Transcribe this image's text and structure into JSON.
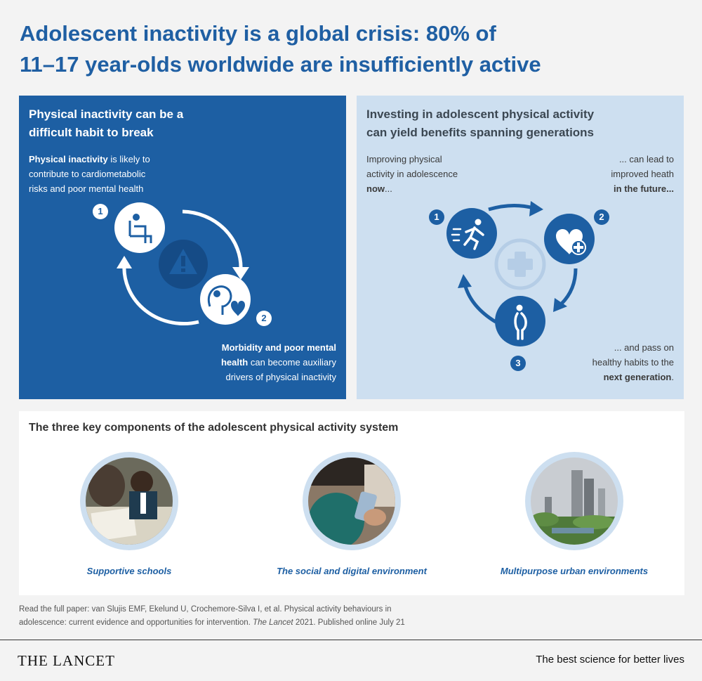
{
  "title": {
    "line1": "Adolescent inactivity is a global crisis: 80% of",
    "line2": "11–17 year-olds worldwide are insufficiently active"
  },
  "left_panel": {
    "heading_line1": "Physical inactivity can be a",
    "heading_line2": "difficult habit to break",
    "intro_bold": "Physical inactivity",
    "intro_rest1": " is likely to",
    "intro_line2": "contribute to cardiometabolic",
    "intro_line3": "risks and poor mental health",
    "badge1": "1",
    "badge2": "2",
    "outro_bold1": "Morbidity and poor mental",
    "outro_bold2": "health",
    "outro_rest2": " can become auxiliary",
    "outro_line3": "drivers of physical inactivity",
    "icons": [
      "chair-icon",
      "warning-icon",
      "mind-heart-icon"
    ]
  },
  "right_panel": {
    "heading_line1": "Investing in adolescent physical activity",
    "heading_line2": "can yield benefits spanning generations",
    "now_line1": "Improving physical",
    "now_line2": "activity in adolescence",
    "now_bold": "now",
    "now_suffix": "...",
    "future_line1": "... can lead to",
    "future_line2": "improved heath",
    "future_bold": "in the future...",
    "next_line1": "... and pass on",
    "next_line2": "healthy habits to the",
    "next_bold": "next generation",
    "next_suffix": ".",
    "badge1": "1",
    "badge2": "2",
    "badge3": "3",
    "icons": [
      "running-icon",
      "heart-plus-icon",
      "pregnant-icon",
      "health-cross-icon"
    ]
  },
  "components": {
    "heading": "The three key components of the adolescent physical activity system",
    "items": [
      {
        "label": "Supportive schools"
      },
      {
        "label": "The social and digital environment"
      },
      {
        "label": "Multipurpose urban environments"
      }
    ]
  },
  "footnote": {
    "line1": "Read the full paper: van Slujis EMF, Ekelund U, Crochemore-Silva I, et al. Physical activity behaviours in",
    "line2_a": "adolescence: current evidence and opportunities for intervention. ",
    "line2_journal": "The Lancet",
    "line2_b": " 2021. Published online July 21"
  },
  "footer": {
    "logo": "THE LANCET",
    "tagline": "The best science for better lives"
  },
  "colors": {
    "brand_blue": "#1d5fa3",
    "light_blue": "#cddff0",
    "title_blue": "#1f5fa3"
  }
}
